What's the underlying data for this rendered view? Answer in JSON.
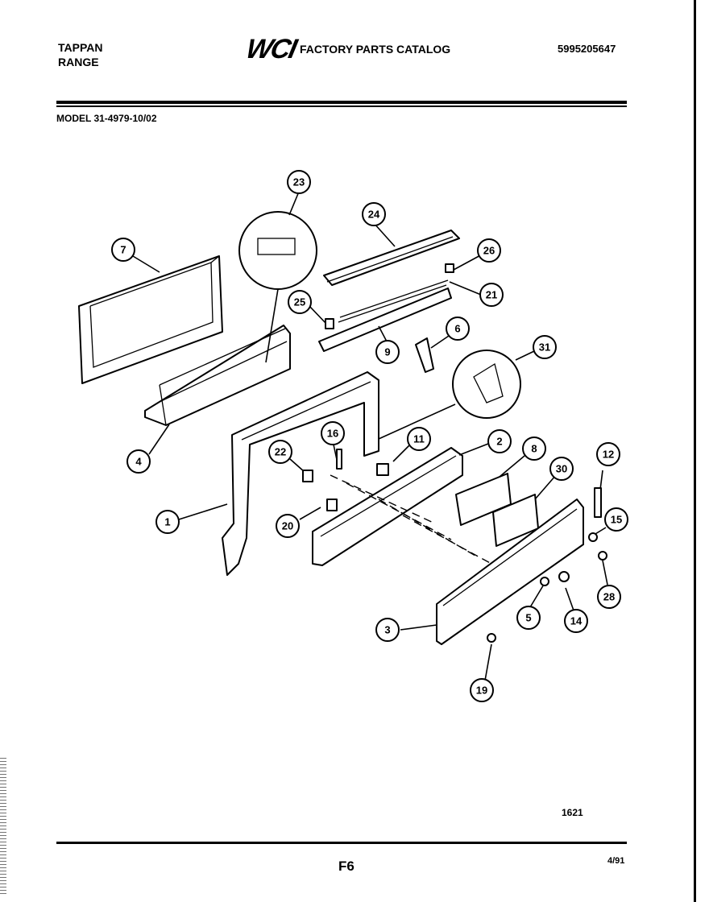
{
  "header": {
    "brand_line1": "TAPPAN",
    "brand_line2": "RANGE",
    "logo": "WCI",
    "catalog_title": "FACTORY PARTS CATALOG",
    "catalog_number": "5995205647"
  },
  "model": "MODEL 31-4979-10/02",
  "diagram": {
    "callouts": [
      {
        "label": "23"
      },
      {
        "label": "24"
      },
      {
        "label": "7"
      },
      {
        "label": "26"
      },
      {
        "label": "21"
      },
      {
        "label": "25"
      },
      {
        "label": "6"
      },
      {
        "label": "9"
      },
      {
        "label": "31"
      },
      {
        "label": "4"
      },
      {
        "label": "16"
      },
      {
        "label": "11"
      },
      {
        "label": "2"
      },
      {
        "label": "8"
      },
      {
        "label": "22"
      },
      {
        "label": "30"
      },
      {
        "label": "12"
      },
      {
        "label": "1"
      },
      {
        "label": "20"
      },
      {
        "label": "15"
      },
      {
        "label": "28"
      },
      {
        "label": "5"
      },
      {
        "label": "14"
      },
      {
        "label": "3"
      },
      {
        "label": "19"
      }
    ]
  },
  "footer": {
    "figure_code": "1621",
    "page": "F6",
    "date": "4/91"
  },
  "colors": {
    "ink": "#000000",
    "paper": "#ffffff"
  }
}
